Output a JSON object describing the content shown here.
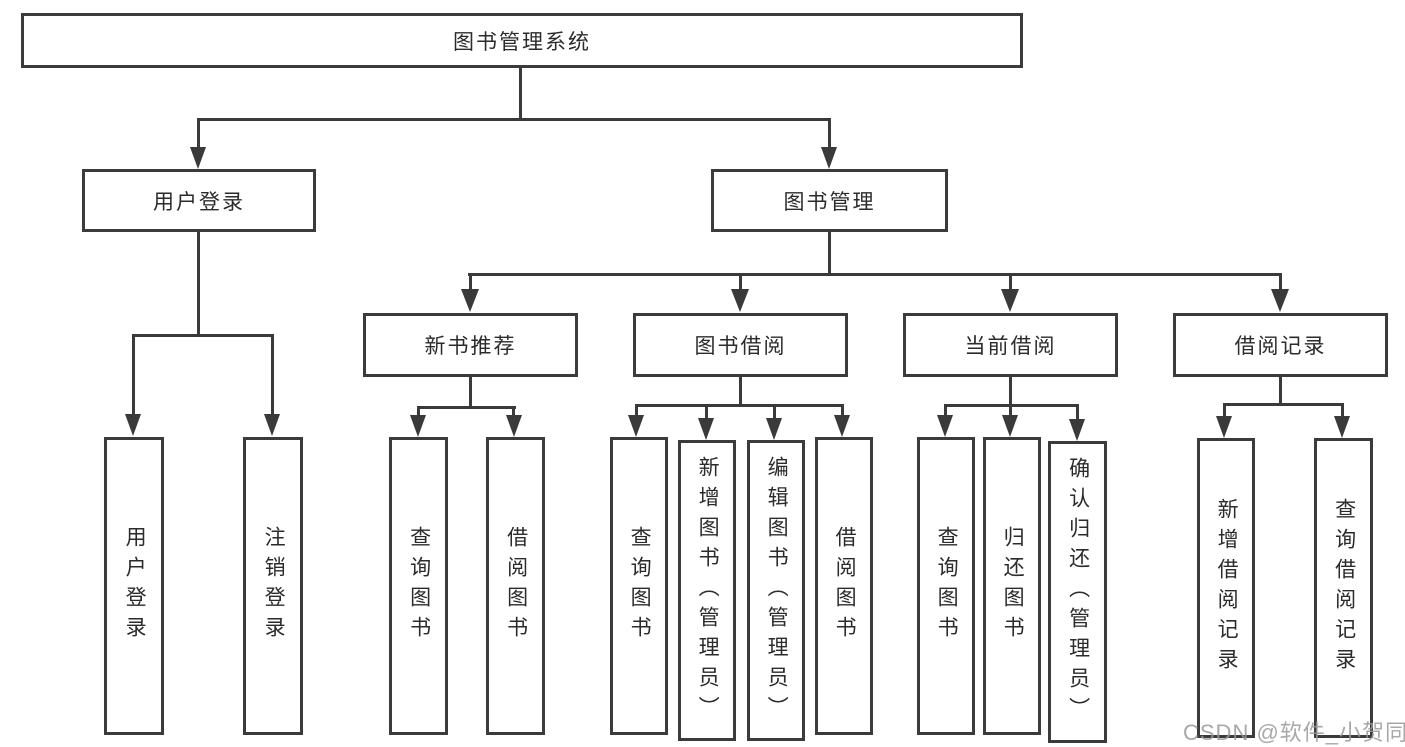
{
  "diagram_title": "图书管理系统",
  "nodes": {
    "root": "图书管理系统",
    "l2": {
      "user_login": "用户登录",
      "book_mgmt": "图书管理"
    },
    "l3": {
      "new_books": "新书推荐",
      "borrowing": "图书借阅",
      "current": "当前借阅",
      "records": "借阅记录"
    },
    "leaves": {
      "user_login": [
        "用户登录",
        "注销登录"
      ],
      "new_books": [
        "查询图书",
        "借阅图书"
      ],
      "borrowing": [
        "查询图书",
        "新增图书（管理员）",
        "编辑图书（管理员）",
        "借阅图书"
      ],
      "current": [
        "查询图书",
        "归还图书",
        "确认归还（管理员）"
      ],
      "records": [
        "新增借阅记录",
        "查询借阅记录"
      ]
    }
  },
  "watermark": {
    "text": "CSDN @软件_小贺同学"
  },
  "colors": {
    "background": "#ffffff",
    "line": "#3a3a3a",
    "box_border": "#3b3b3b",
    "text": "#2b2b2b",
    "watermark": "#999999"
  }
}
